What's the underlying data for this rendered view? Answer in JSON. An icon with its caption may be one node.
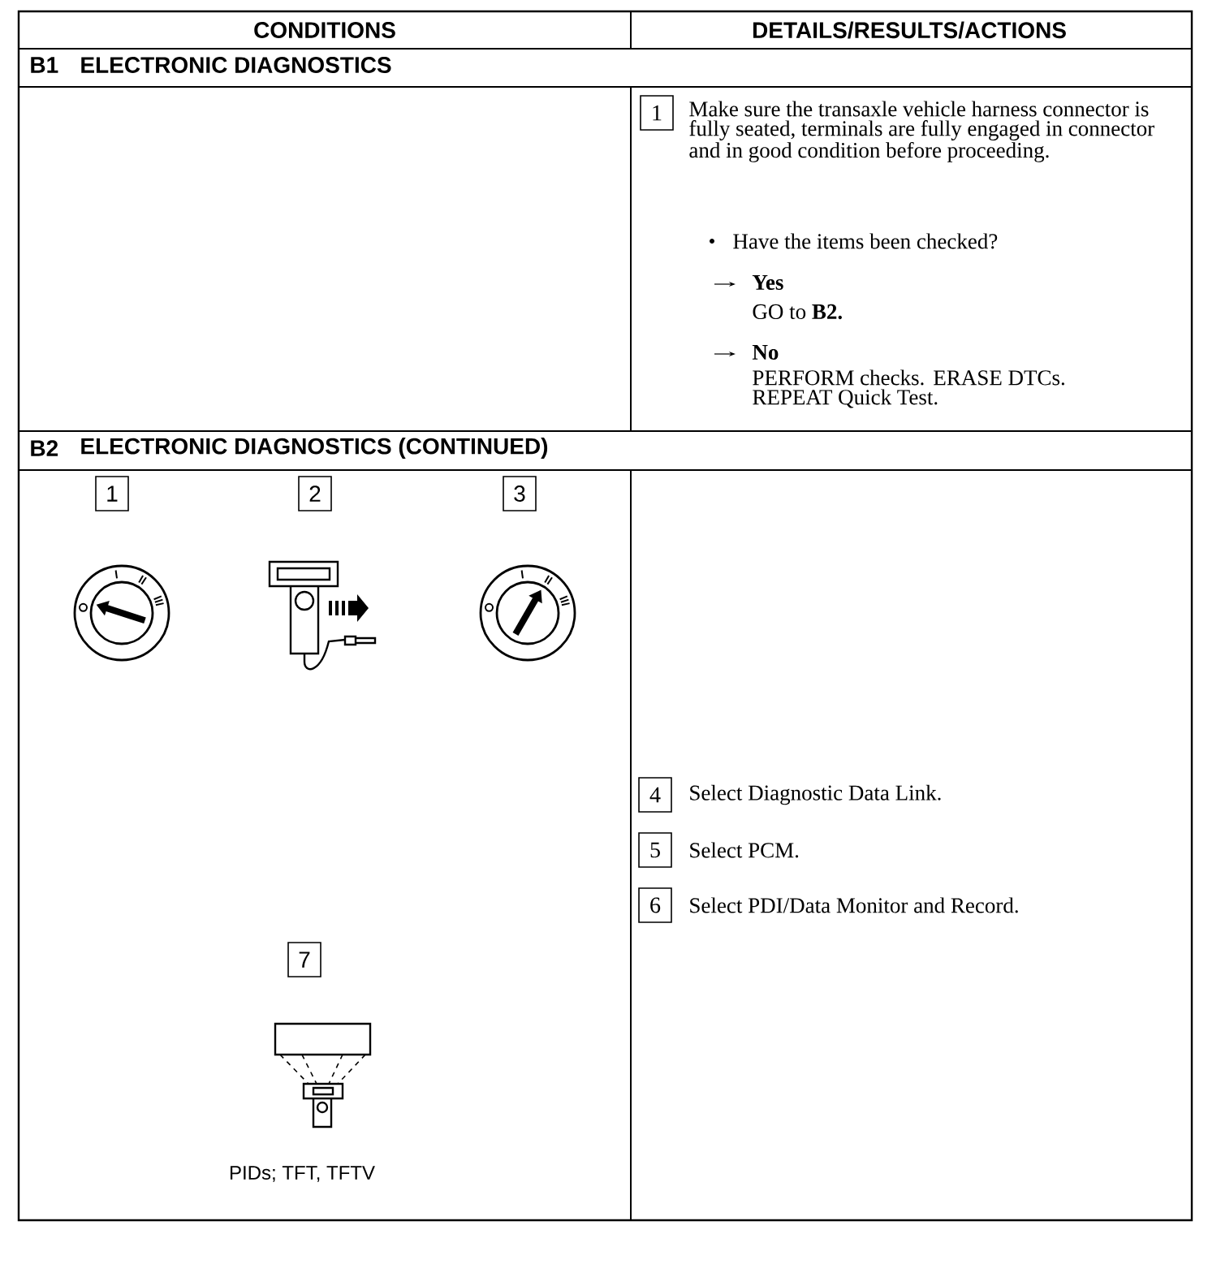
{
  "diagram": {
    "nodes": [
      {
        "text": [
          "1"
        ],
        "beside": [
          "Make sure the transaxle vehicle harness connector is fully seated, terminals are fully engaged in connector and in good condition before proceeding."
        ]
      },
      {
        "text": [
          "1"
        ]
      },
      {
        "text": [
          "2"
        ]
      },
      {
        "text": [
          "3"
        ]
      },
      {
        "text": [
          "4"
        ],
        "beside": [
          "Select Diagnostic Data Link."
        ]
      },
      {
        "text": [
          "5"
        ],
        "beside": [
          "Select PCM."
        ]
      },
      {
        "text": [
          "6"
        ],
        "beside": [
          "Select PDI/Data Monitor and Record."
        ]
      },
      {
        "text": [
          "7"
        ]
      }
    ],
    "labels": [
      "CONDITIONS",
      "DETAILS/RESULTS/ACTIONS",
      "B1",
      "ELECTRONIC DIAGNOSTICS",
      "Have the items been checked?",
      "Yes",
      "GO to **B2.**",
      "No",
      "PERFORM checks. ERASE DTCs. REPEAT Quick Test.",
      "B2",
      "ELECTRONIC DIAGNOSTICS (CONTINUED)",
      "PIDs; TFT, TFTV"
    ]
  }
}
